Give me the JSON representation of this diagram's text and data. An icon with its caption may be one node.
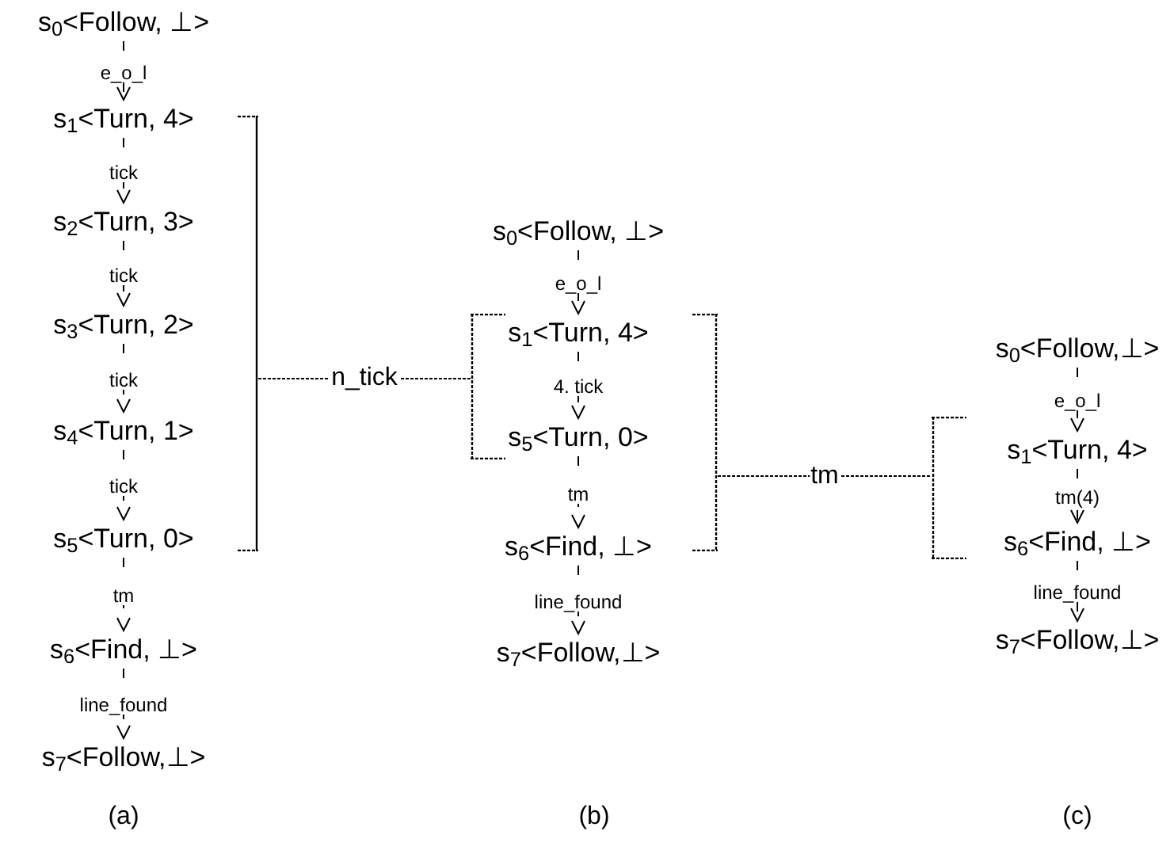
{
  "diagram": {
    "nodes": [
      {
        "text": [
          "s$_{0}$<Follow, ⊥>"
        ]
      },
      {
        "text": [
          "s$_{1}$<Turn, 4>"
        ]
      },
      {
        "text": [
          "s$_{2}$<Turn, 3>"
        ]
      },
      {
        "text": [
          "s$_{3}$<Turn, 2>"
        ]
      },
      {
        "text": [
          "s$_{4}$<Turn, 1>"
        ]
      },
      {
        "text": [
          "s$_{5}$<Turn, 0>"
        ]
      },
      {
        "text": [
          "s$_{6}$<Find, ⊥>"
        ]
      },
      {
        "text": [
          "s$_{7}$<Follow,⊥>"
        ]
      },
      {
        "text": [],
        "shape": "bracket"
      },
      {
        "text": [
          "s$_{0}$<Follow, ⊥>"
        ]
      },
      {
        "text": [
          "s$_{1}$<Turn, 4>"
        ]
      },
      {
        "text": [
          "s$_{5}$<Turn, 0>"
        ]
      },
      {
        "text": [
          "s$_{6}$<Find, ⊥>"
        ]
      },
      {
        "text": [
          "s$_{7}$<Follow,⊥>"
        ]
      },
      {
        "text": [],
        "shape": "bracket"
      },
      {
        "text": [],
        "shape": "bracket"
      },
      {
        "text": [
          "s$_{0}$<Follow,⊥>"
        ]
      },
      {
        "text": [
          "s$_{1}$<Turn, 4>"
        ]
      },
      {
        "text": [
          "s$_{6}$<Find, ⊥>"
        ]
      },
      {
        "text": [
          "s$_{7}$<Follow,⊥>"
        ]
      },
      {
        "text": [],
        "shape": "bracket"
      }
    ],
    "edges": [
      {
        "from": 0,
        "to": 1,
        "arrow": "to",
        "label": "e_o_l"
      },
      {
        "from": 1,
        "to": 2,
        "arrow": "to",
        "label": "tick"
      },
      {
        "from": 2,
        "to": 3,
        "arrow": "to",
        "label": "tick"
      },
      {
        "from": 3,
        "to": 4,
        "arrow": "to",
        "label": "tick"
      },
      {
        "from": 4,
        "to": 5,
        "arrow": "to",
        "label": "tick"
      },
      {
        "from": 5,
        "to": 6,
        "arrow": "to",
        "label": "tm"
      },
      {
        "from": 6,
        "to": 7,
        "arrow": "to",
        "label": "line_found"
      },
      {
        "from": 9,
        "to": 10,
        "arrow": "to",
        "label": "e_o_l"
      },
      {
        "from": 10,
        "to": 11,
        "arrow": "to",
        "label": "4. tick"
      },
      {
        "from": 11,
        "to": 12,
        "arrow": "to",
        "label": "tm"
      },
      {
        "from": 12,
        "to": 13,
        "arrow": "to",
        "label": "line_found"
      },
      {
        "from": 16,
        "to": 17,
        "arrow": "to",
        "label": "e_o_l"
      },
      {
        "from": 17,
        "to": 18,
        "arrow": "to",
        "label": "tm(4)"
      },
      {
        "from": 18,
        "to": 19,
        "arrow": "to",
        "label": "line_found"
      },
      {
        "from": 8,
        "to": 14,
        "arrow": "none",
        "label": "n_tick",
        "style": "dashed"
      },
      {
        "from": 15,
        "to": 20,
        "arrow": "none",
        "label": "tm",
        "style": "dashed"
      }
    ],
    "labels": [
      "(a)",
      "(b)",
      "(c)"
    ]
  }
}
